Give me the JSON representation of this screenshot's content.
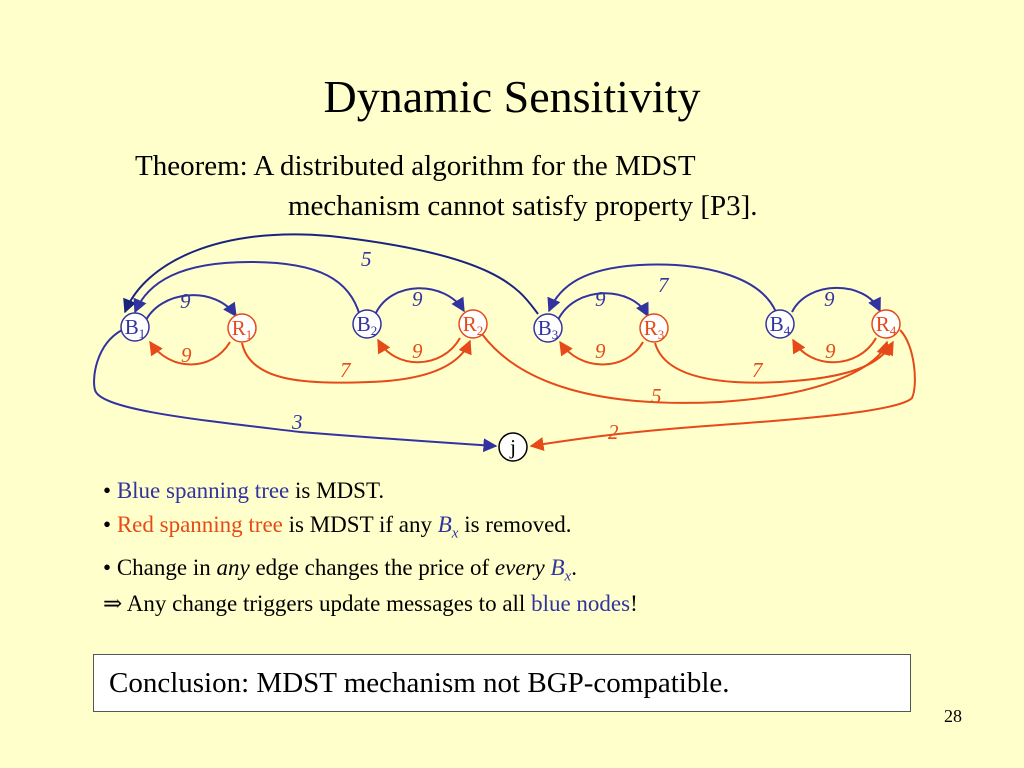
{
  "slide": {
    "title": "Dynamic Sensitivity",
    "theorem_line1": "Theorem:  A distributed algorithm for the MDST",
    "theorem_line2": "mechanism cannot satisfy property [P3].",
    "bullets": {
      "b1_colored": "Blue spanning tree",
      "b1_rest": " is MDST.",
      "b2_colored": "Red spanning tree",
      "b2_rest1": " is MDST if  any ",
      "b2_var": "B",
      "b2_sub": "x",
      "b2_rest2": " is removed.",
      "b3_pre": "Change in ",
      "b3_any": "any",
      "b3_mid": " edge  changes the price of  ",
      "b3_every": "every ",
      "b3_var": "B",
      "b3_sub": "x",
      "b3_end": "."
    },
    "implies_symbol": "⇒",
    "implies_text": " Any change triggers update messages to all ",
    "implies_colored": "blue nodes",
    "implies_end": "!",
    "conclusion": "Conclusion: MDST mechanism not BGP-compatible.",
    "page_number": "28"
  },
  "colors": {
    "blue": "#3333A0",
    "red": "#E64A19",
    "background": "#FFFFCC"
  },
  "diagram": {
    "nodes": [
      {
        "id": "B1",
        "letter": "B",
        "sub": "1",
        "color": "blue"
      },
      {
        "id": "R1",
        "letter": "R",
        "sub": "1",
        "color": "red"
      },
      {
        "id": "B2",
        "letter": "B",
        "sub": "2",
        "color": "blue"
      },
      {
        "id": "R2",
        "letter": "R",
        "sub": "2",
        "color": "red"
      },
      {
        "id": "B3",
        "letter": "B",
        "sub": "3",
        "color": "blue"
      },
      {
        "id": "R3",
        "letter": "R",
        "sub": "3",
        "color": "red"
      },
      {
        "id": "B4",
        "letter": "B",
        "sub": "4",
        "color": "blue"
      },
      {
        "id": "R4",
        "letter": "R",
        "sub": "4",
        "color": "red"
      },
      {
        "id": "j",
        "letter": "j",
        "sub": "",
        "color": "black"
      }
    ],
    "edges": [
      {
        "id": "e-b1-r1",
        "label": "9",
        "color": "blue"
      },
      {
        "id": "e-r1-b1",
        "label": "9",
        "color": "red"
      },
      {
        "id": "e-b2-r2",
        "label": "9",
        "color": "blue"
      },
      {
        "id": "e-r2-b2",
        "label": "9",
        "color": "red"
      },
      {
        "id": "e-b3-r3",
        "label": "9",
        "color": "blue"
      },
      {
        "id": "e-r3-b3",
        "label": "9",
        "color": "red"
      },
      {
        "id": "e-b4-r4",
        "label": "9",
        "color": "blue"
      },
      {
        "id": "e-r4-b4",
        "label": "9",
        "color": "red"
      },
      {
        "id": "e-b2-b1",
        "label": "5",
        "color": "blue"
      },
      {
        "id": "e-b3-b1",
        "label": "",
        "color": "blue"
      },
      {
        "id": "e-b4-b3",
        "label": "7",
        "color": "blue"
      },
      {
        "id": "e-b1-j",
        "label": "3",
        "color": "blue"
      },
      {
        "id": "e-r1-r2",
        "label": "7",
        "color": "red"
      },
      {
        "id": "e-r2-r4",
        "label": "5",
        "color": "red"
      },
      {
        "id": "e-r3-r4",
        "label": "7",
        "color": "red"
      },
      {
        "id": "e-r4-j",
        "label": "2",
        "color": "red"
      }
    ]
  }
}
